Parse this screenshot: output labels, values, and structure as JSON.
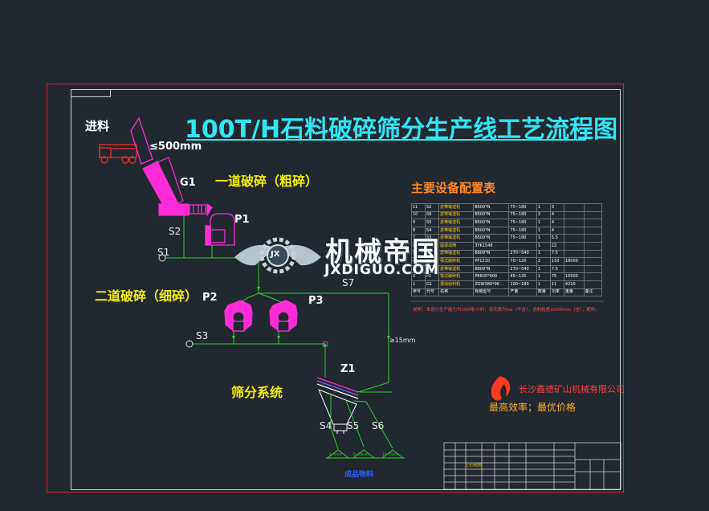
{
  "title": "100T/H石料破碎筛分生产线工艺流程图",
  "labels": {
    "feed": "进料",
    "feed_size": "≤500mm",
    "g1": "G1",
    "p1": "P1",
    "p2": "P2",
    "p3": "P3",
    "z1": "Z1",
    "s1": "S1",
    "s2": "S2",
    "s3": "S3",
    "s4": "S4",
    "s5": "S5",
    "s6": "S6",
    "s7": "S7",
    "oversize": "≥15mm",
    "stage1": "一道破碎（粗碎）",
    "stage2": "二道破碎（细碎）",
    "screening": "筛分系统",
    "out1": "0~5mm",
    "out2": "5~10mm",
    "out3": "10~15mm",
    "finished": "成品物料"
  },
  "table": {
    "title": "主要设备配置表",
    "rows": [
      [
        "11",
        "S2",
        "皮带输送机",
        "B500*N",
        "75~180",
        "1",
        "3",
        "",
        ""
      ],
      [
        "10",
        "S6",
        "皮带输送机",
        "B500*N",
        "75~180",
        "2",
        "4",
        "",
        ""
      ],
      [
        "9",
        "S5",
        "皮带输送机",
        "B500*N",
        "75~180",
        "1",
        "4",
        "",
        ""
      ],
      [
        "8",
        "S4",
        "皮带输送机",
        "B500*N",
        "75~180",
        "1",
        "4",
        "",
        ""
      ],
      [
        "7",
        "S3",
        "皮带输送机",
        "B500*N",
        "75~180",
        "1",
        "5.5",
        "",
        ""
      ],
      [
        "6",
        "Z1",
        "圆振动筛",
        "3YK1548",
        "",
        "1",
        "22",
        "",
        ""
      ],
      [
        "5",
        "S1",
        "皮带输送机",
        "B800*N",
        "270~540",
        "1",
        "7.5",
        "",
        ""
      ],
      [
        "4",
        "P1",
        "颚式破碎机",
        "PF1210",
        "70~120",
        "2",
        "110",
        "18000",
        ""
      ],
      [
        "3",
        "S7",
        "皮带输送机",
        "B800*N",
        "270~540",
        "1",
        "7.5",
        "",
        ""
      ],
      [
        "2",
        "P1",
        "颚式破碎机",
        "PE600*900",
        "45~135",
        "1",
        "75",
        "15500",
        ""
      ],
      [
        "1",
        "G1",
        "振动给料机",
        "ZGW380*96",
        "100~180",
        "1",
        "11",
        "4210",
        ""
      ],
      [
        "序号",
        "代号",
        "名称",
        "规格型号",
        "产量",
        "数量",
        "功率",
        "重量",
        "备注"
      ]
    ],
    "note": "说明：本设计生产能力为100吨/小时，总功率为kw（不含），进料粒度≤500mm（含），配件。"
  },
  "logo": {
    "cn": "机械帝国",
    "en": "JXDIGUO.COM",
    "emblem": "JX"
  },
  "company": {
    "name": "长沙鑫德矿山机械有限公司",
    "slogan": "最高效率；最优价格"
  },
  "title_block": {
    "label": "工艺流程图"
  },
  "colors": {
    "background": "#212830",
    "title": "#2fe6f2",
    "conveyor": "#2ed12e",
    "equipment": "#ff2bd6",
    "label": "#f4f000",
    "frame_red": "#d12a2a"
  }
}
